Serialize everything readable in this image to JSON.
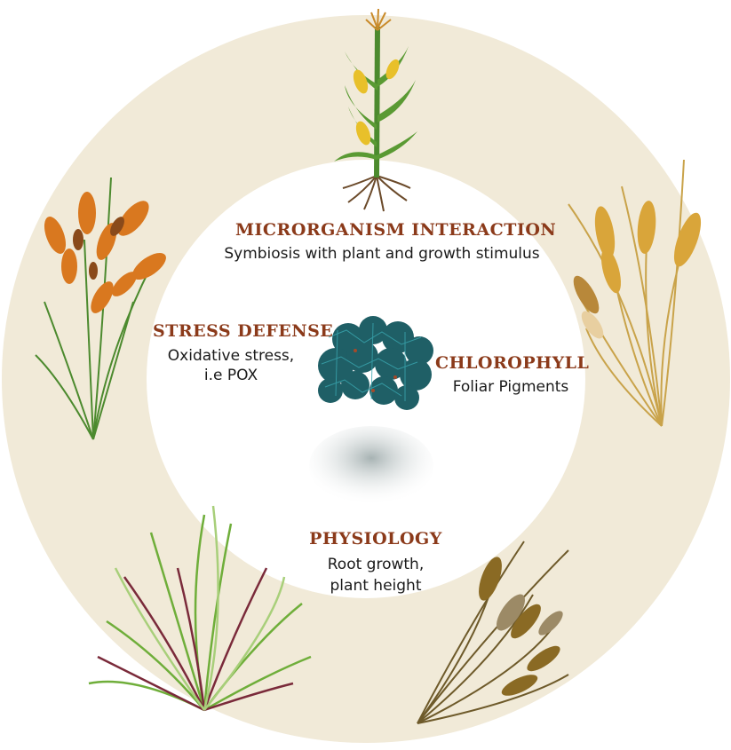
{
  "colors": {
    "ring": "#f1ead8",
    "inner": "#ffffff",
    "heading": "#8b3a1a",
    "text": "#1a1a1a",
    "molecule": "#1f5f66",
    "molecule_link": "#3aa7b0"
  },
  "labels": {
    "microorganism": {
      "title": "MICRORGANISM INTERACTION",
      "desc": "Symbiosis with plant and growth stimulus"
    },
    "stress": {
      "title": "STRESS DEFENSE",
      "desc1": "Oxidative stress,",
      "desc2": "i.e POX"
    },
    "chlorophyll": {
      "title": "CHLOROPHYLL",
      "desc": "Foliar Pigments"
    },
    "physiology": {
      "title": "PHYSIOLOGY",
      "desc1": "Root growth,",
      "desc2": "plant height"
    }
  },
  "plants": [
    {
      "icon": "corn-plant-icon"
    },
    {
      "icon": "wheat-golden-icon"
    },
    {
      "icon": "wheat-brown-icon"
    },
    {
      "icon": "grass-clump-icon"
    },
    {
      "icon": "sorghum-orange-icon"
    }
  ],
  "center_icon": "nanomaterial-molecule-icon"
}
